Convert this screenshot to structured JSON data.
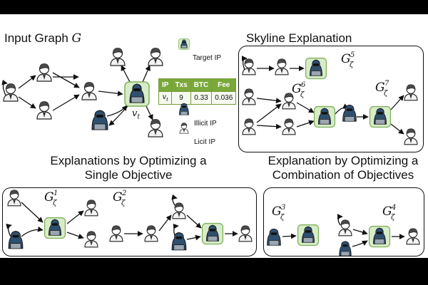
{
  "titles": {
    "input_graph": "Input Graph",
    "input_graph_symbol": "G",
    "skyline": "Skyline Explanation",
    "single_objective": "Explanations by Optimizing a Single Objective",
    "combination": "Explanation by Optimizing a Combination of Objectives"
  },
  "legend": {
    "target": "Target IP",
    "illicit": "Illicit IP",
    "licit": "Licit IP"
  },
  "target_label": "v_t",
  "table": {
    "headers": [
      "IP",
      "Txs",
      "BTC",
      "Fee"
    ],
    "values": [
      "v_t",
      "9",
      "0.33",
      "0.036"
    ]
  },
  "subgraph_labels": {
    "g5": {
      "base": "G",
      "sup": "5",
      "sub": "ζ"
    },
    "g6": {
      "base": "G",
      "sup": "6",
      "sub": "ζ"
    },
    "g7": {
      "base": "G",
      "sup": "7",
      "sub": "ζ"
    },
    "g1": {
      "base": "G",
      "sup": "1",
      "sub": "ζ"
    },
    "g2": {
      "base": "G",
      "sup": "2",
      "sub": "ζ"
    },
    "g3": {
      "base": "G",
      "sup": "3",
      "sub": "ζ"
    },
    "g4": {
      "base": "G",
      "sup": "4",
      "sub": "ζ"
    }
  },
  "colors": {
    "target_fill": "#d7ecc8",
    "target_stroke": "#7fb05b",
    "illicit_body": "#2f4f6e",
    "licit_hair": "#4a4a4a",
    "shirt": "#f3f3f3",
    "skin": "#ffffff"
  }
}
